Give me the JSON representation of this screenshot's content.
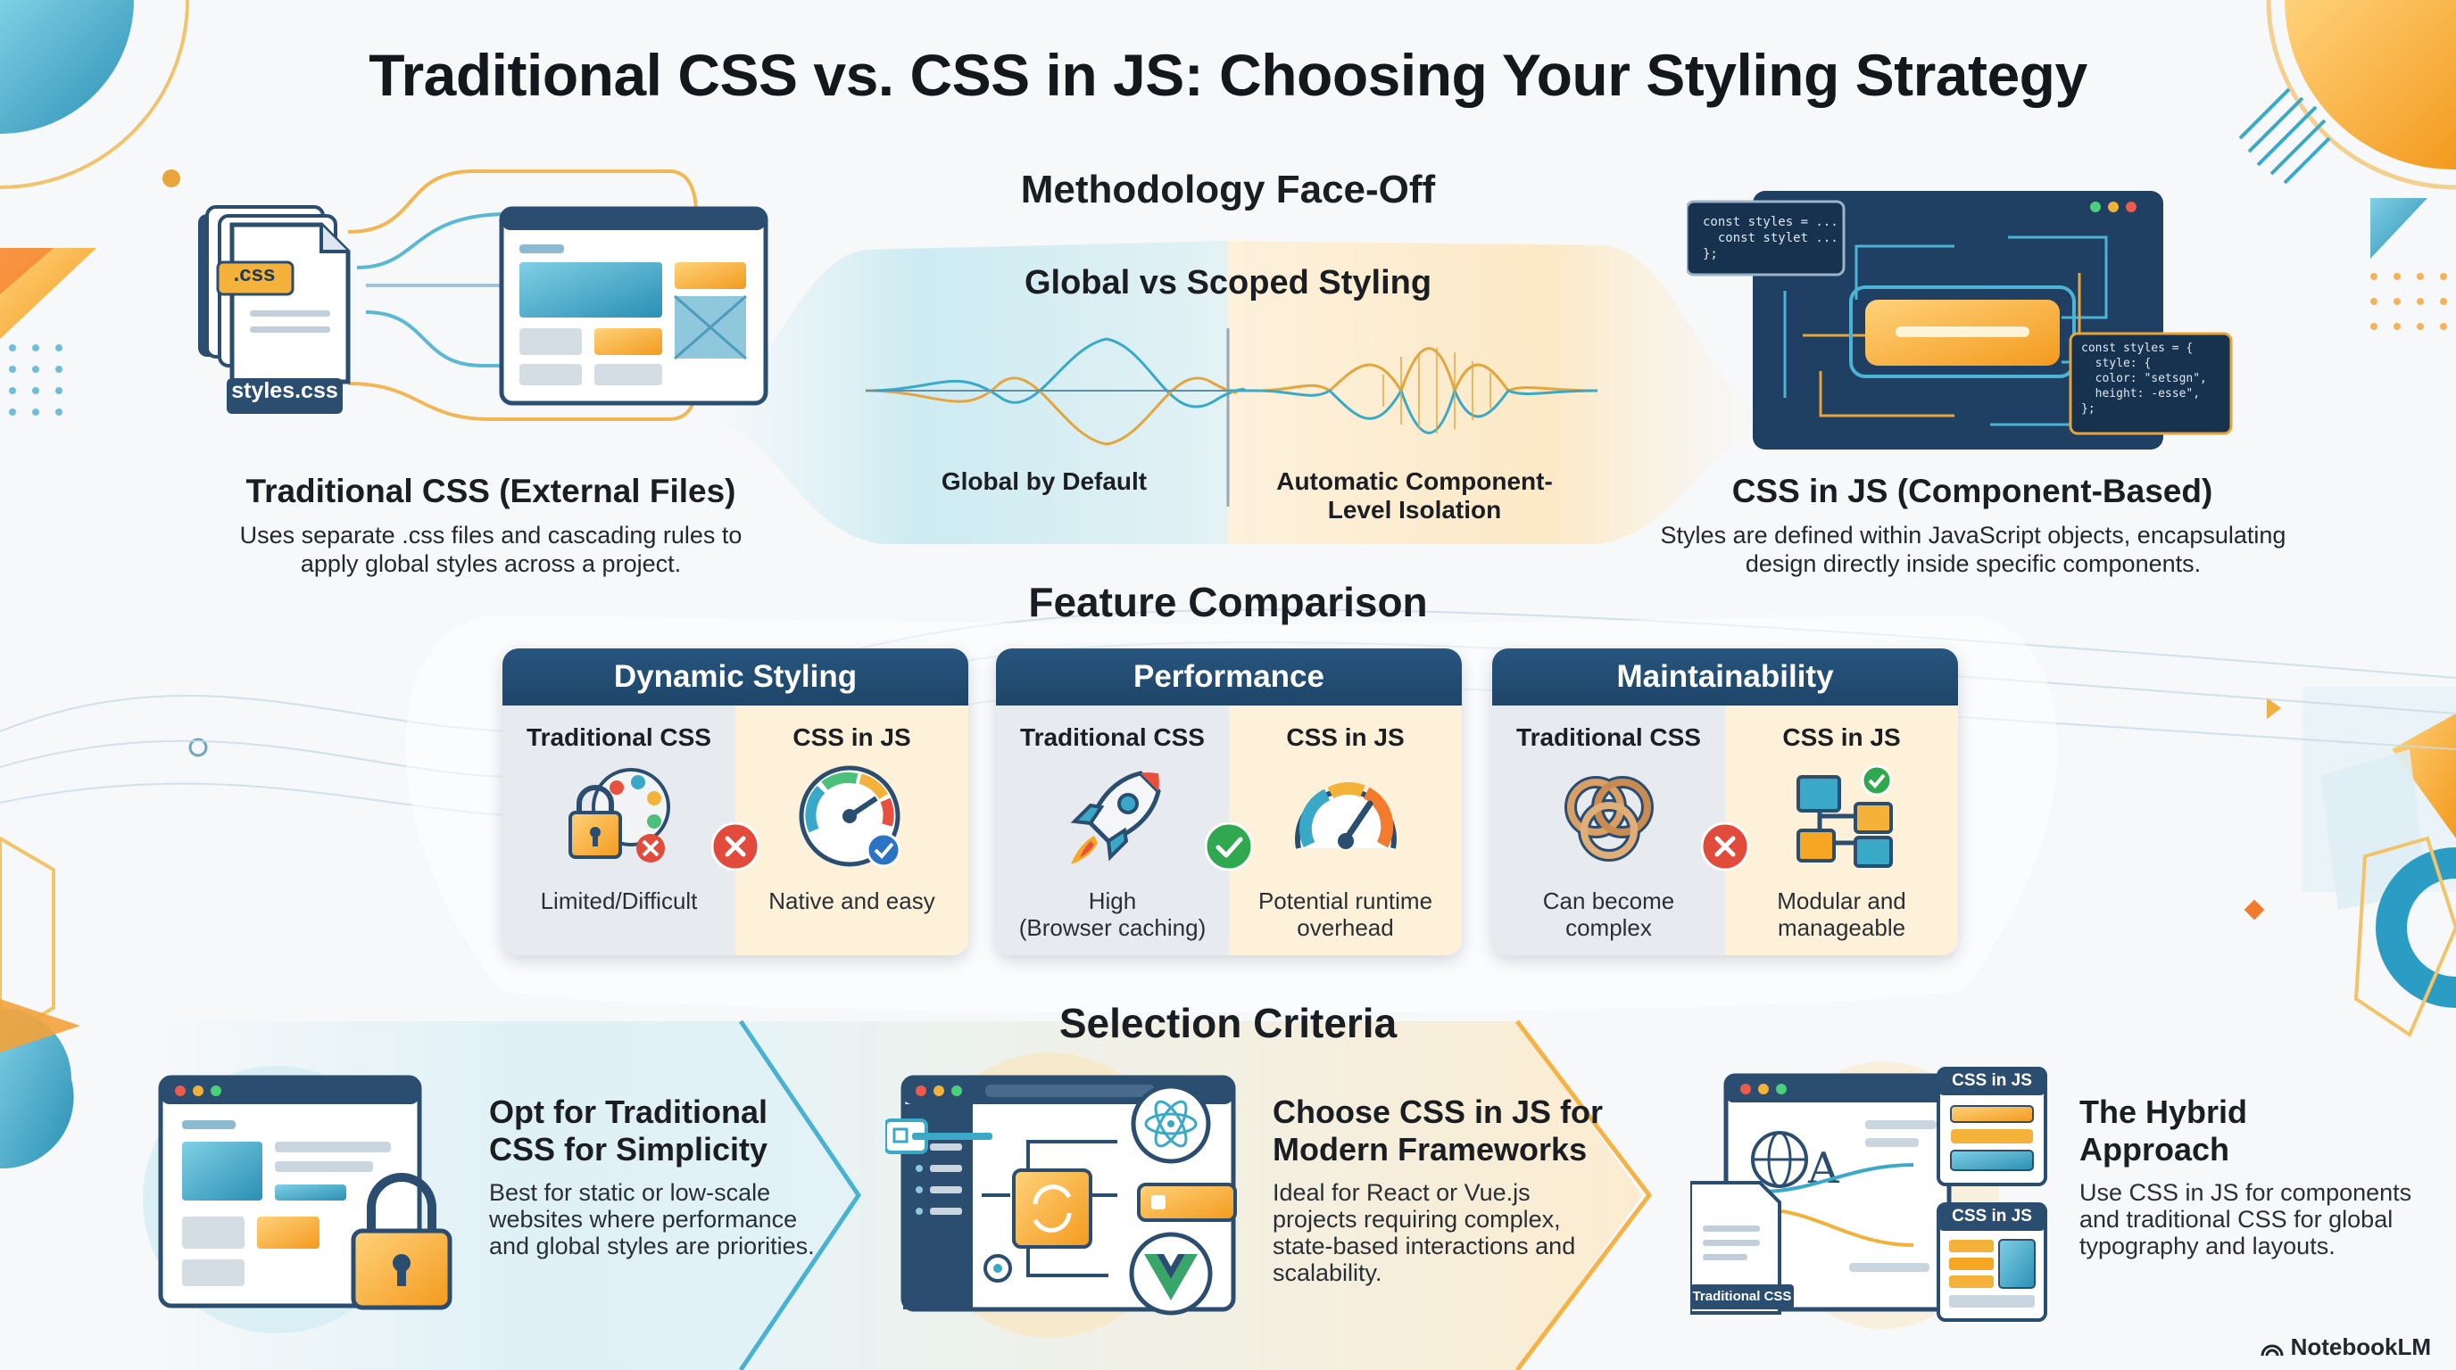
{
  "title": "Traditional CSS vs. CSS in JS: Choosing Your Styling Strategy",
  "faceoff": {
    "heading": "Methodology Face-Off",
    "subheading": "Global vs Scoped Styling",
    "left_label": "Global by Default",
    "right_label": "Automatic Component-Level Isolation"
  },
  "traditional": {
    "file_tag": ".css",
    "file_name": "styles.css",
    "heading": "Traditional CSS (External Files)",
    "description": "Uses separate .css files and cascading rules to apply global styles across a project."
  },
  "cssinjs": {
    "code_top": "const styles = ...\n  const stylet ...\n};",
    "code_bottom": "const styles = {\n  style: {\n  color: \"setsgn\",\n  height: -esse\",\n};",
    "heading": "CSS in JS (Component-Based)",
    "description": "Styles are defined within JavaScript objects, encapsulating design directly inside specific components."
  },
  "features": {
    "heading": "Feature Comparison",
    "cards": [
      {
        "title": "Dynamic Styling",
        "left_title": "Traditional CSS",
        "left_text": "Limited/Difficult",
        "right_title": "CSS in JS",
        "right_text": "Native and easy",
        "mark": "cross-icon"
      },
      {
        "title": "Performance",
        "left_title": "Traditional CSS",
        "left_text": "High\n(Browser caching)",
        "right_title": "CSS in JS",
        "right_text": "Potential runtime\noverhead",
        "mark": "check-icon"
      },
      {
        "title": "Maintainability",
        "left_title": "Traditional CSS",
        "left_text": "Can become\ncomplex",
        "right_title": "CSS in JS",
        "right_text": "Modular and\nmanageable",
        "mark": "cross-icon"
      }
    ]
  },
  "selection": {
    "heading": "Selection Criteria",
    "items": [
      {
        "title": "Opt for Traditional\nCSS for Simplicity",
        "text": "Best for static or low-scale\nwebsites where performance\nand global styles are priorities."
      },
      {
        "title": "Choose CSS in JS for\nModern Frameworks",
        "text": "Ideal for React or Vue.js\nprojects requiring complex,\nstate-based interactions and\nscalability."
      },
      {
        "title": "The Hybrid\nApproach",
        "text": "Use CSS in JS for components\nand traditional CSS for global\ntypography and layouts.",
        "tag_top": "CSS in JS",
        "tag_bottom": "CSS in JS",
        "tag_file": "Traditional CSS"
      }
    ]
  },
  "brand": "NotebookLM",
  "colors": {
    "navy": "#1f4569",
    "teal": "#3aa9c7",
    "orange": "#f5a623",
    "cross": "#e04b3c",
    "check": "#2fa84f"
  }
}
